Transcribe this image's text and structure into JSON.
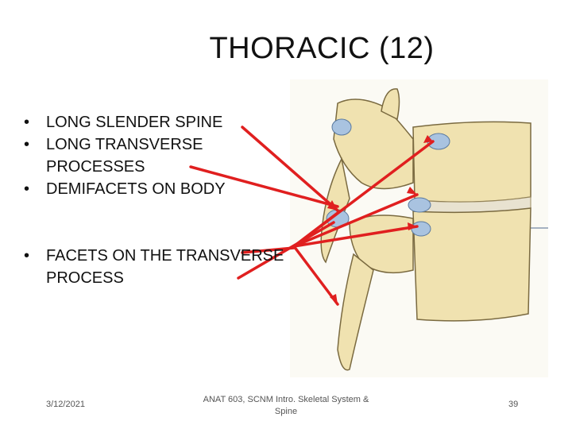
{
  "slide": {
    "title": "THORACIC (12)",
    "bullets": [
      "LONG SLENDER SPINE",
      "LONG TRANSVERSE PROCESSES",
      "DEMIFACETS ON BODY",
      "FACETS ON THE TRANSVERSE PROCESS"
    ],
    "footer": {
      "date": "3/12/2021",
      "course": "ANAT 603, SCNM Intro. Skeletal System & Spine",
      "page": "39"
    }
  },
  "colors": {
    "bone": "#f0e2b0",
    "bone_shadow": "#d8c48a",
    "facet": "#a9c3e0",
    "arrow": "#e01f1f",
    "outline": "#7a6a40"
  }
}
